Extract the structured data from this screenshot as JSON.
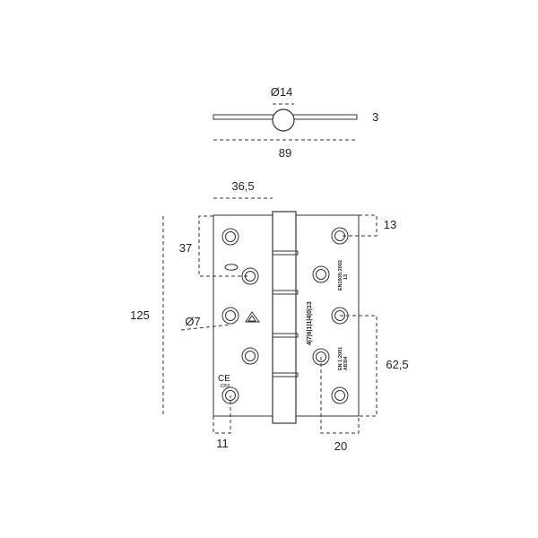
{
  "dimensions": {
    "pin_diameter": "Ø14",
    "leaf_thickness": "3",
    "open_width": "89",
    "leaf_width": "36,5",
    "height": "125",
    "hole_top_offset": "37",
    "hole_diameter": "Ø7",
    "hole_edge_offset_right": "13",
    "hole_spacing_right": "62,5",
    "hole_edge_offset_bottom_left": "11",
    "hole_edge_offset_bottom_right": "20"
  },
  "markings": {
    "standard_top": "EN1935:2002",
    "standard_top_code": "13",
    "grade_code": "4|7|6|1|1|4|0|13",
    "standard_bottom": "EN 1:2001",
    "standard_bottom_code": "AB304",
    "ce_mark": "CE",
    "ce_number": "0359"
  }
}
